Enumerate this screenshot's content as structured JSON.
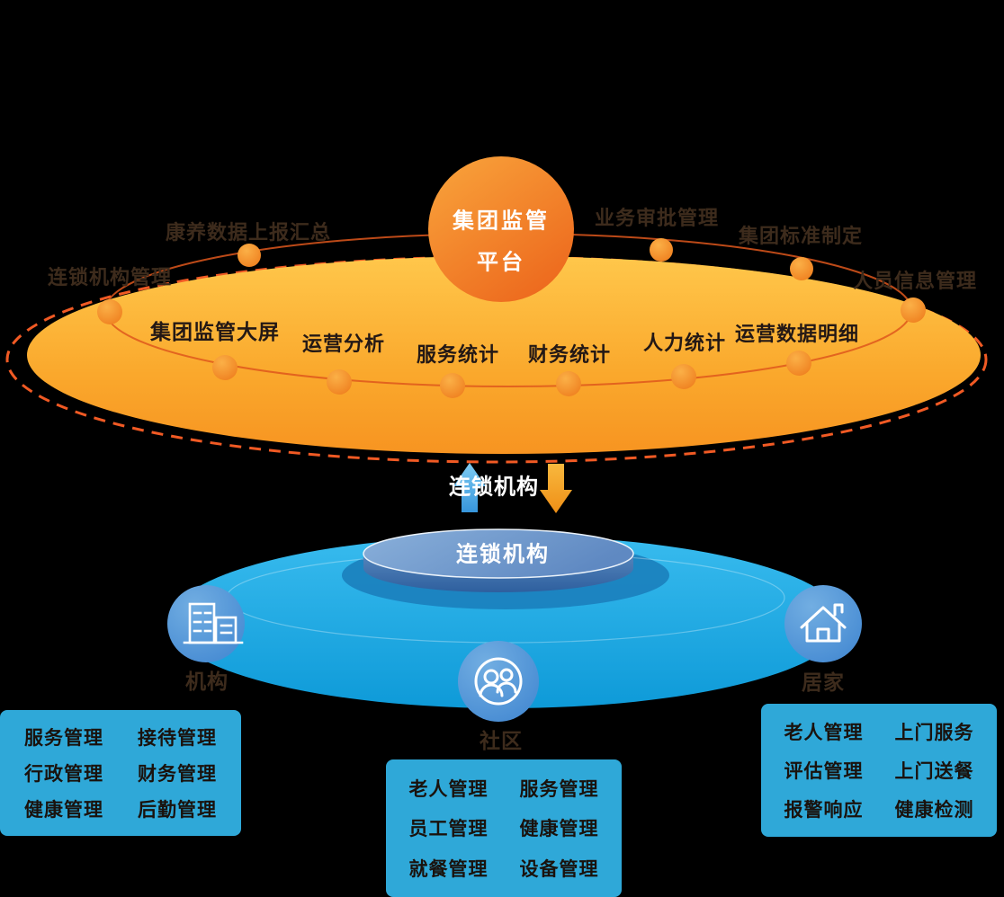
{
  "canvas": {
    "background": "#000000"
  },
  "colors": {
    "orange_ellipse_top": "#ffc74b",
    "orange_ellipse_bottom": "#f79421",
    "orange_dashed": "#f15a24",
    "platform_circle": "#ef6c1f",
    "blue_disc": "#1fa6e0",
    "box_blue": "#2fa8d8",
    "cylinder_top": "#7fa9d6",
    "branch_circle": "#4e93d6",
    "dark_text": "#231815",
    "white_text": "#ffffff"
  },
  "platform": {
    "line1": "集团监管",
    "line2": "平台"
  },
  "outer_labels": [
    "连锁机构管理",
    "康养数据上报汇总",
    "业务审批管理",
    "集团标准制定",
    "人员信息管理"
  ],
  "ring_labels": [
    "集团监管大屏",
    "运营分析",
    "服务统计",
    "财务统计",
    "人力统计",
    "运营数据明细"
  ],
  "connector": {
    "label": "连锁机构",
    "up_arrow": "blue-up-arrow",
    "down_arrow": "orange-down-arrow"
  },
  "chain_disk": {
    "label": "连锁机构"
  },
  "branches": [
    {
      "label": "机构",
      "icon": "building-icon",
      "items": [
        "服务管理",
        "接待管理",
        "行政管理",
        "财务管理",
        "健康管理",
        "后勤管理"
      ]
    },
    {
      "label": "社区",
      "icon": "people-icon",
      "items": [
        "老人管理",
        "服务管理",
        "员工管理",
        "健康管理",
        "就餐管理",
        "设备管理"
      ]
    },
    {
      "label": "居家",
      "icon": "home-icon",
      "items": [
        "老人管理",
        "上门服务",
        "评估管理",
        "上门送餐",
        "报警响应",
        "健康检测"
      ]
    }
  ]
}
